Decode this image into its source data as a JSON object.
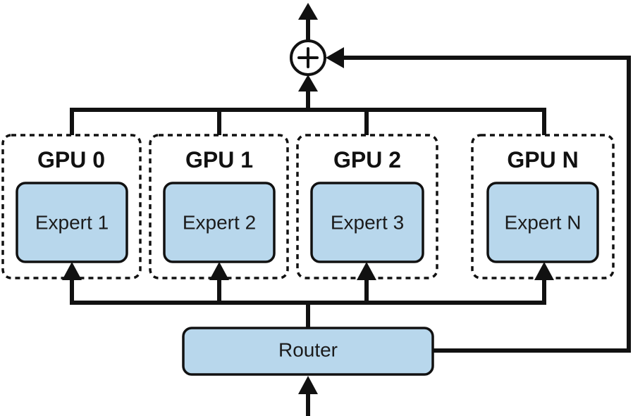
{
  "gpus": [
    {
      "label": "GPU 0",
      "expert": "Expert 1"
    },
    {
      "label": "GPU 1",
      "expert": "Expert 2"
    },
    {
      "label": "GPU 2",
      "expert": "Expert 3"
    },
    {
      "label": "GPU N",
      "expert": "Expert N"
    }
  ],
  "router": {
    "label": "Router"
  },
  "colors": {
    "box_fill": "#b8d7ec",
    "stroke": "#111111",
    "background": "#ffffff"
  },
  "icons": {
    "sum": "plus-circle-icon",
    "arrow": "arrow-up-icon"
  }
}
